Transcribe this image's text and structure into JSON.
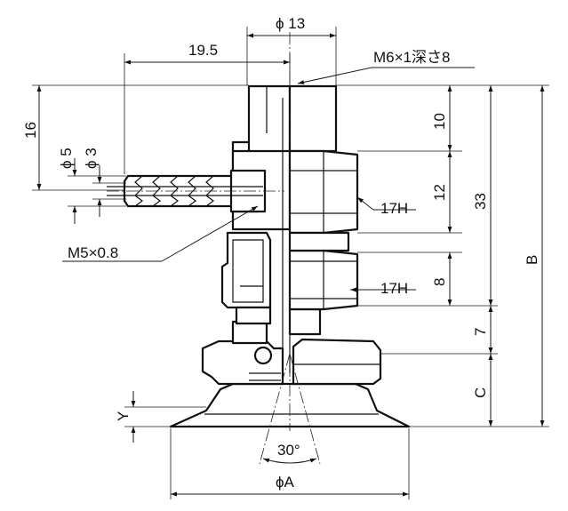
{
  "labels": {
    "phi13": "ϕ 13",
    "d19_5": "19.5",
    "m6": "M6×1深さ8",
    "d16": "16",
    "phi5": "ϕ 5",
    "phi3": "ϕ 3",
    "d10": "10",
    "d12": "12",
    "d33": "33",
    "b": "B",
    "hex1": "17H",
    "m5": "M5×0.8",
    "hex2": "17H",
    "d8": "8",
    "d7": "7",
    "c": "C",
    "y": "Y",
    "angle": "30°",
    "phiA": "ϕA"
  }
}
